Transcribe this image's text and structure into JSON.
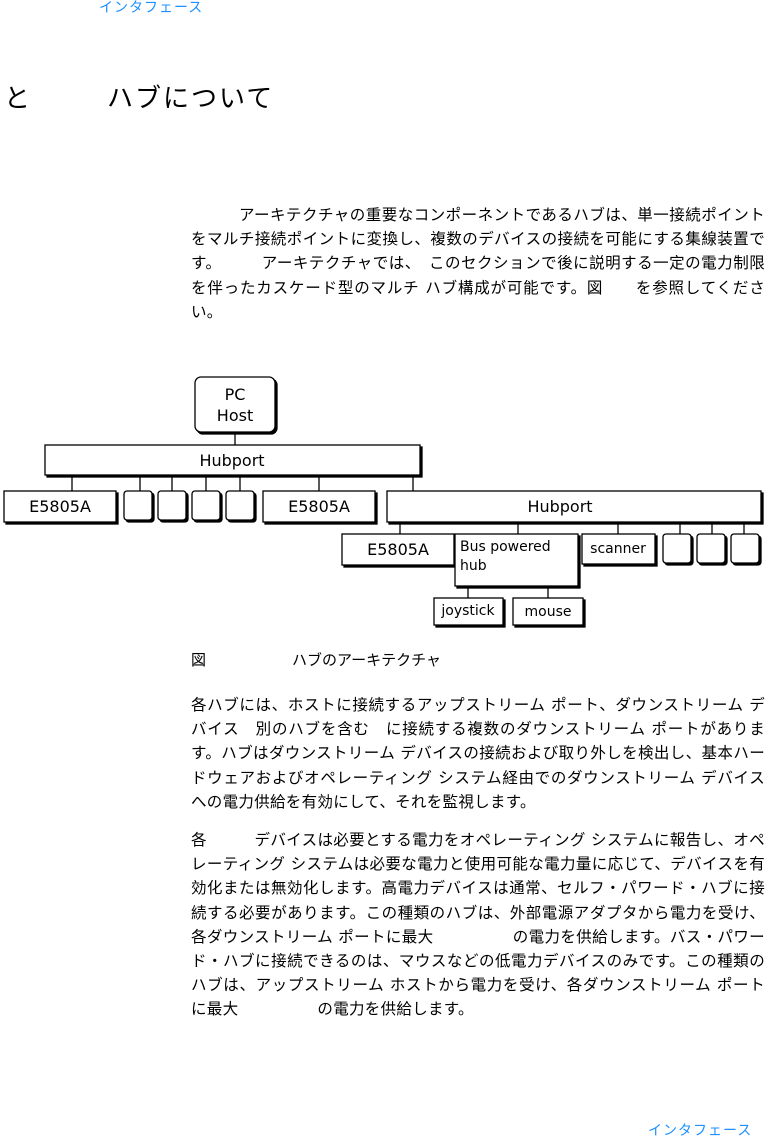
{
  "header": {
    "link": "インタフェース"
  },
  "footer": {
    "link": "インタフェース"
  },
  "section": {
    "title_prefix": "と",
    "title": "ハブについて"
  },
  "paragraphs": {
    "p1": "　　　アーキテクチャの重要なコンポーネントであるハブは、単一接続ポイントをマルチ接続ポイントに変換し、複数のデバイスの接続を可能にする集線装置です。　　　アーキテクチャでは、　このセクションで後に説明する一定の電力制限を伴ったカスケード型のマルチ ハブ構成が可能です。図　　を参照してください。",
    "p2": "各ハブには、ホストに接続するアップストリーム ポート、ダウンストリーム デバイス　別のハブを含む　に接続する複数のダウンストリーム ポートがあります。ハブはダウンストリーム デバイスの接続および取り外しを検出し、基本ハードウェアおよびオペレーティング システム経由でのダウンストリーム デバイスへの電力供給を有効にして、それを監視します。",
    "p3": "各　　　デバイスは必要とする電力をオペレーティング システムに報告し、オペレーティング システムは必要な電力と使用可能な電力量に応じて、デバイスを有効化または無効化します。高電力デバイスは通常、セルフ・パワード・ハブに接続する必要があります。この種類のハブは、外部電源アダプタから電力を受け、各ダウンストリーム ポートに最大　　　　　の電力を供給します。バス・パワード・ハブに接続できるのは、マウスなどの低電力デバイスのみです。この種類のハブは、アップストリーム ホストから電力を受け、各ダウンストリーム ポートに最大　　　　　の電力を供給します。"
  },
  "figure": {
    "caption_label": "図",
    "caption_text": "ハブのアーキテクチャ",
    "nodes": {
      "pc_host_line1": "PC",
      "pc_host_line2": "Host",
      "hubport_top": "Hubport",
      "device_left": "E5805A",
      "device_mid": "E5805A",
      "hubport_right": "Hubport",
      "device_sub": "E5805A",
      "bus_hub_line1": "Bus powered",
      "bus_hub_line2": "hub",
      "scanner": "scanner",
      "joystick": "joystick",
      "mouse": "mouse"
    }
  }
}
